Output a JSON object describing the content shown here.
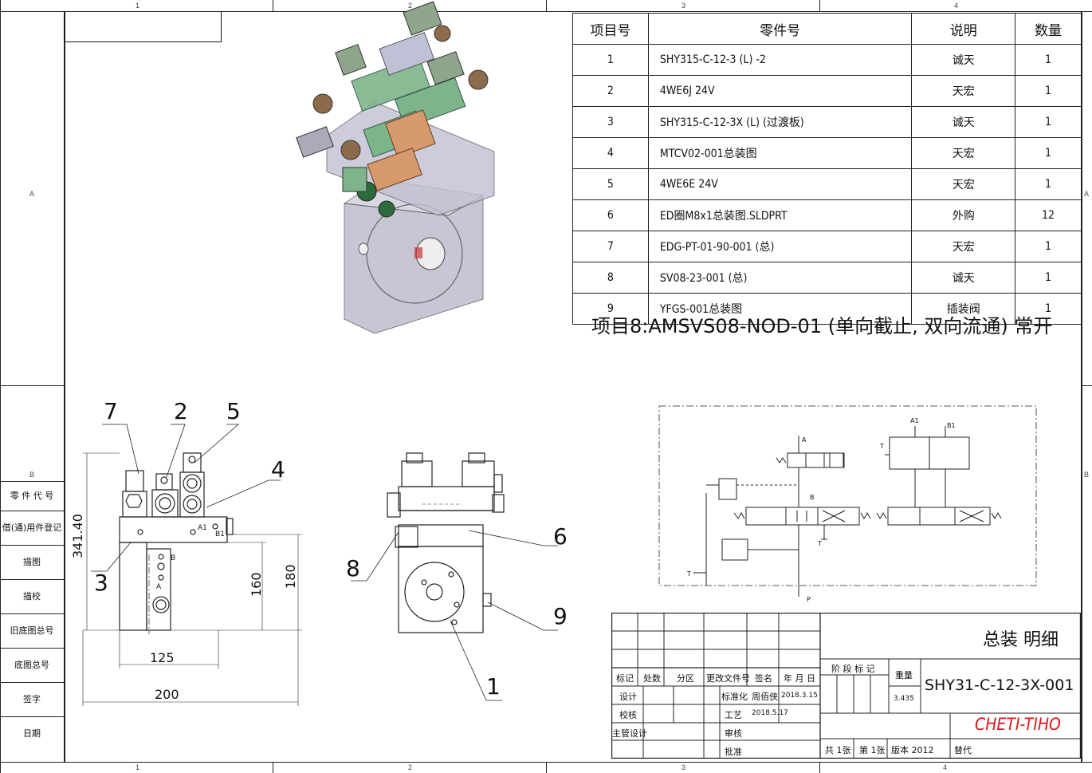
{
  "zones": {
    "top": [
      "1",
      "2",
      "3",
      "4"
    ],
    "bottom": [
      "1",
      "2",
      "3",
      "4"
    ],
    "left": [
      "A",
      "B"
    ],
    "right": [
      "A",
      "B"
    ]
  },
  "bom": {
    "headers": [
      "项目号",
      "零件号",
      "说明",
      "数量"
    ],
    "rows": [
      {
        "item": "1",
        "part": "SHY315-C-12-3 (L) -2",
        "desc": "诚天",
        "qty": "1"
      },
      {
        "item": "2",
        "part": "4WE6J  24V",
        "desc": "天宏",
        "qty": "1"
      },
      {
        "item": "3",
        "part": "SHY315-C-12-3X (L) (过渡板)",
        "desc": "诚天",
        "qty": "1"
      },
      {
        "item": "4",
        "part": "MTCV02-001总装图",
        "desc": "天宏",
        "qty": "1"
      },
      {
        "item": "5",
        "part": "4WE6E  24V",
        "desc": "天宏",
        "qty": "1"
      },
      {
        "item": "6",
        "part": "ED圈M8x1总装图.SLDPRT",
        "desc": "外购",
        "qty": "12"
      },
      {
        "item": "7",
        "part": "EDG-PT-01-90-001 (总)",
        "desc": "天宏",
        "qty": "1"
      },
      {
        "item": "8",
        "part": "SV08-23-001 (总)",
        "desc": "诚天",
        "qty": "1"
      },
      {
        "item": "9",
        "part": "YFGS-001总装图",
        "desc": "插装阀",
        "qty": "1"
      }
    ]
  },
  "note": "项目8:AMSVS08-NOD-01 (单向截止, 双向流通) 常开",
  "side_labels": [
    "零 件 代 号",
    "借(通)用件登记",
    "描图",
    "描校",
    "旧底图总号",
    "底图总号",
    "签字",
    "日期"
  ],
  "front_view": {
    "callouts": [
      "7",
      "2",
      "5",
      "4",
      "3"
    ],
    "dims": {
      "height_total": "341.40",
      "h160": "160",
      "h180": "180",
      "w125": "125",
      "w200": "200"
    },
    "port_labels": {
      "a1": "A1",
      "b1": "B1",
      "b": "B",
      "a": "A"
    }
  },
  "side_view": {
    "callouts": [
      "6",
      "8",
      "9",
      "1"
    ]
  },
  "schematic": {
    "labels": {
      "a": "A",
      "b": "B",
      "t": "T",
      "t2": "T",
      "p": "P",
      "a1": "A1",
      "b1": "B1",
      "t3": "T"
    }
  },
  "title_block": {
    "title": "总装 明细",
    "drawing_no": "SHY31-C-12-3X-001",
    "company": "CHETI-TIHO",
    "row_headers": [
      "标记",
      "处数",
      "分区",
      "更改文件号",
      "签名",
      "年 月 日"
    ],
    "design": "设计",
    "standardize": "标准化",
    "signer1": "周佰侠",
    "date1": "2018.3.15",
    "check": "校核",
    "process": "工艺",
    "date2": "2018.5.17",
    "chief": "主管设计",
    "review": "审核",
    "approve": "批准",
    "stage_mark": "阶 段 标 记",
    "weight_label": "重量",
    "weight": "3.435",
    "sheets_total": "共 1张",
    "sheet_no": "第 1张",
    "version": "版本 2012",
    "replace": "替代"
  }
}
